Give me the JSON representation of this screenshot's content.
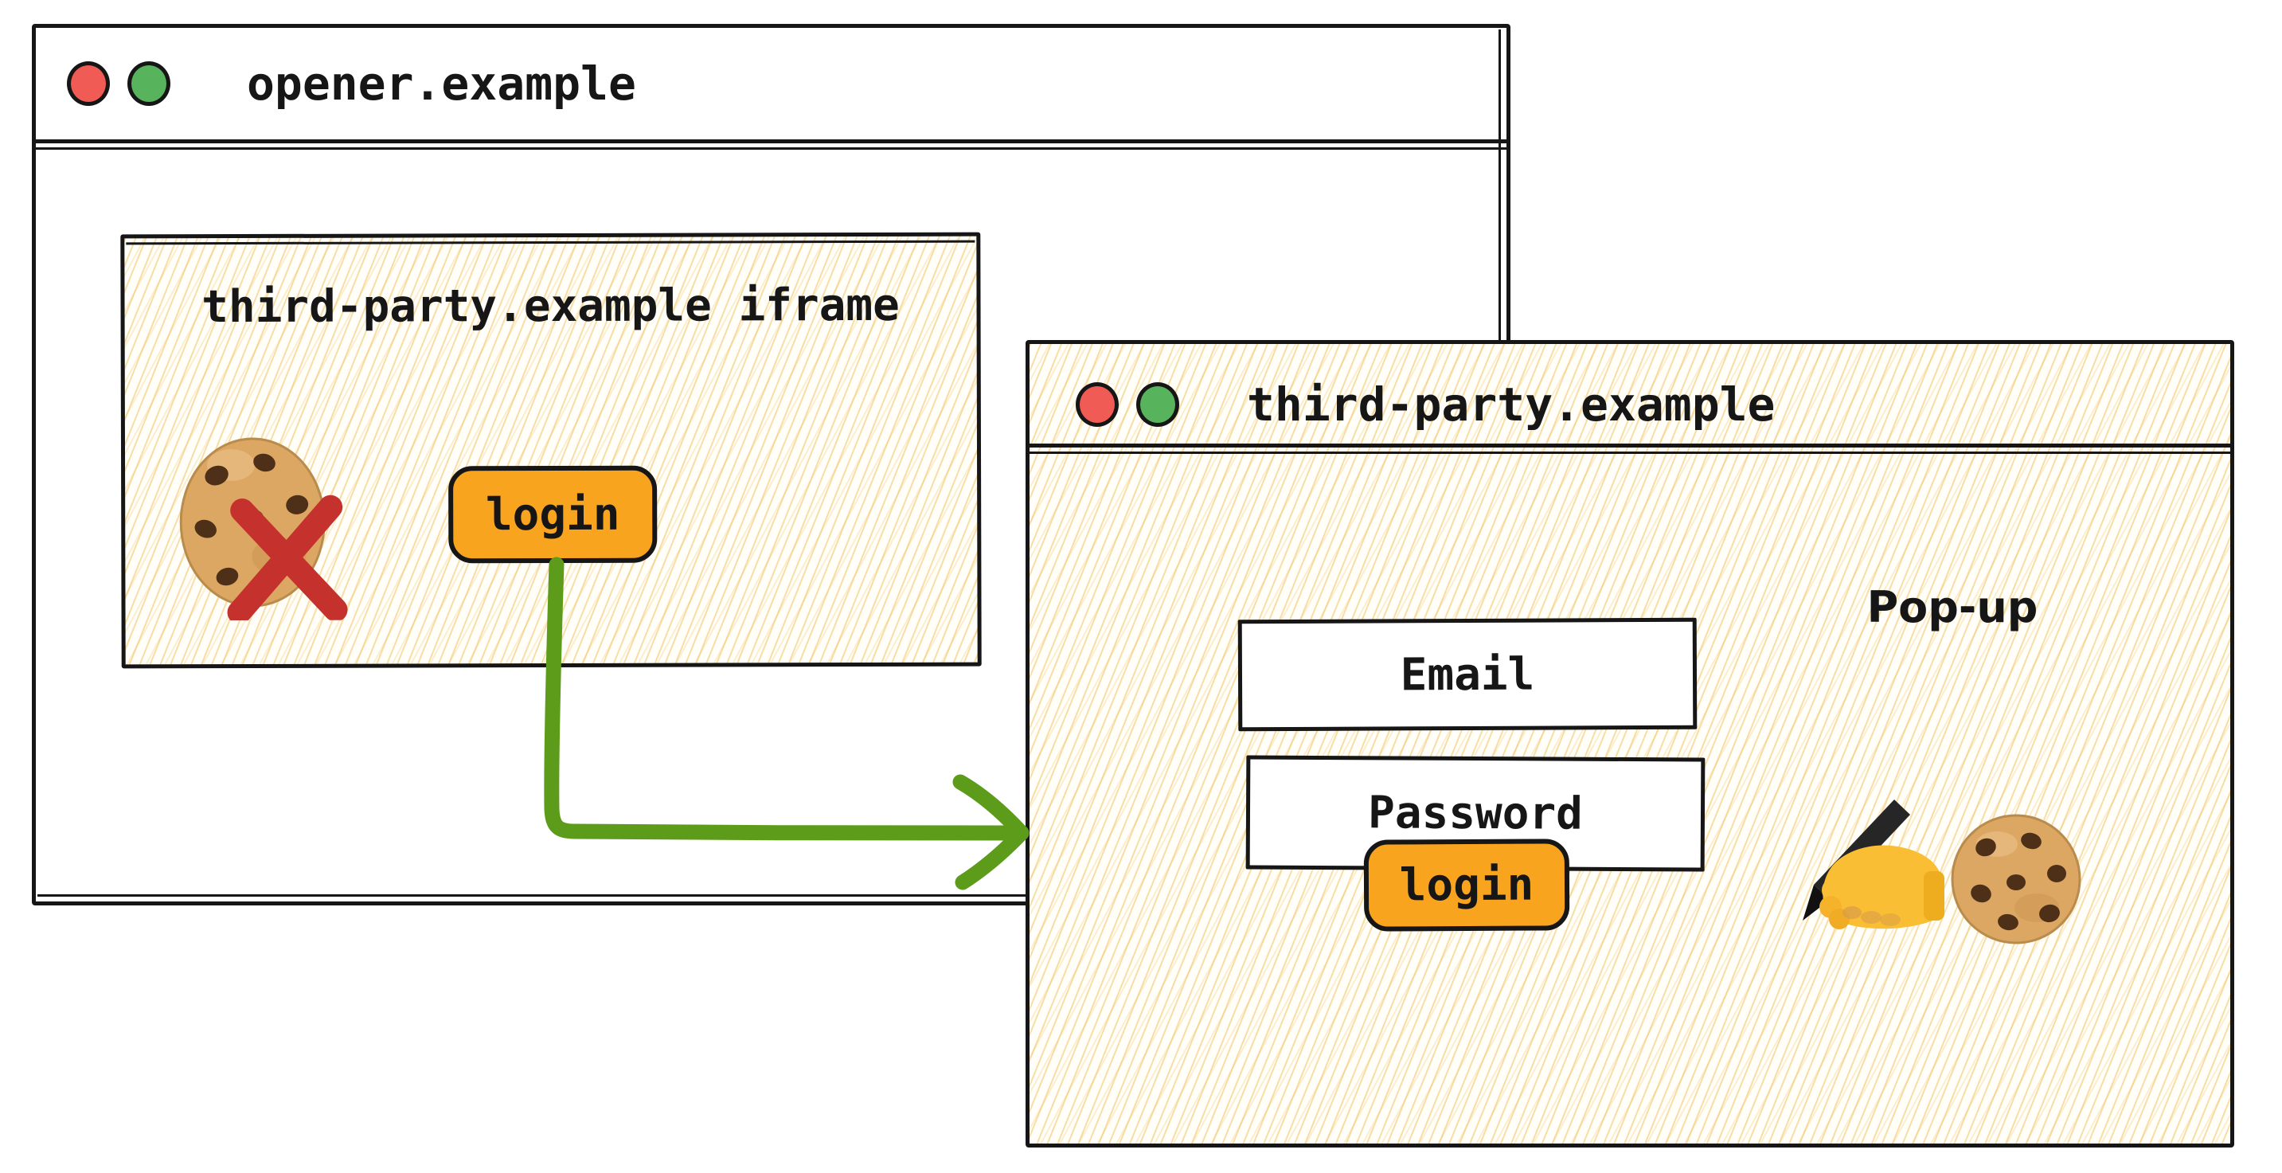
{
  "opener_window": {
    "title": "opener.example",
    "traffic_lights": [
      "red",
      "green"
    ],
    "iframe": {
      "title": "third-party.example iframe",
      "login_button_label": "login",
      "icons": [
        "blocked-cookie",
        "x-mark"
      ]
    }
  },
  "popup_window": {
    "title": "third-party.example",
    "traffic_lights": [
      "red",
      "green"
    ],
    "popup_label": "Pop-up",
    "fields": [
      {
        "label": "Email"
      },
      {
        "label": "Password"
      }
    ],
    "login_button_label": "login",
    "icons": [
      "writing-hand",
      "cookie"
    ]
  },
  "arrow": {
    "from": "iframe-login-button",
    "to": "popup-window",
    "shape": "elbow-right-angle-arrow"
  },
  "colors": {
    "accent_orange": "#F8A41F",
    "arrow_green": "#5D9C1B",
    "blocked_x_red": "#C5312C",
    "traffic_red": "#F15B55",
    "traffic_green": "#58B45C",
    "border_ink": "#161616",
    "hatch_line": "#F3C97E",
    "cookie_dough": "#DCA763",
    "chip_brown": "#4E3018",
    "hand_yellow": "#F9BE33"
  }
}
